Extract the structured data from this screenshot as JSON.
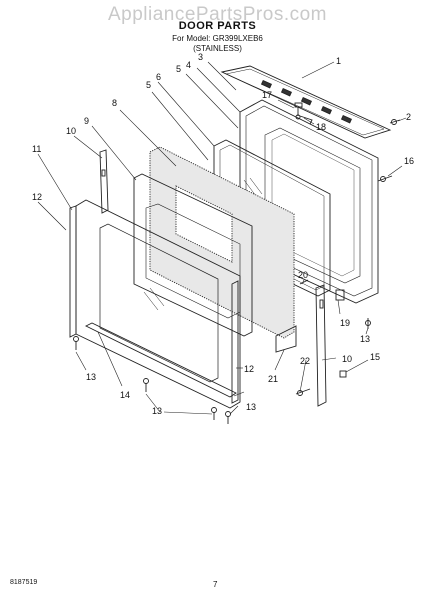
{
  "watermark": "AppliancePartsPros.com",
  "header": {
    "title": "DOOR PARTS",
    "model_line": "For Model: GR399LXEB6",
    "variant_line": "(STAINLESS)"
  },
  "footer": {
    "document_id": "8187519",
    "page_number": "7"
  },
  "callouts": [
    "1",
    "2",
    "3",
    "4",
    "5",
    "5",
    "6",
    "7",
    "8",
    "9",
    "10",
    "10",
    "11",
    "12",
    "12",
    "13",
    "13",
    "13",
    "13",
    "14",
    "15",
    "16",
    "17",
    "18",
    "19",
    "20",
    "21",
    "22"
  ]
}
